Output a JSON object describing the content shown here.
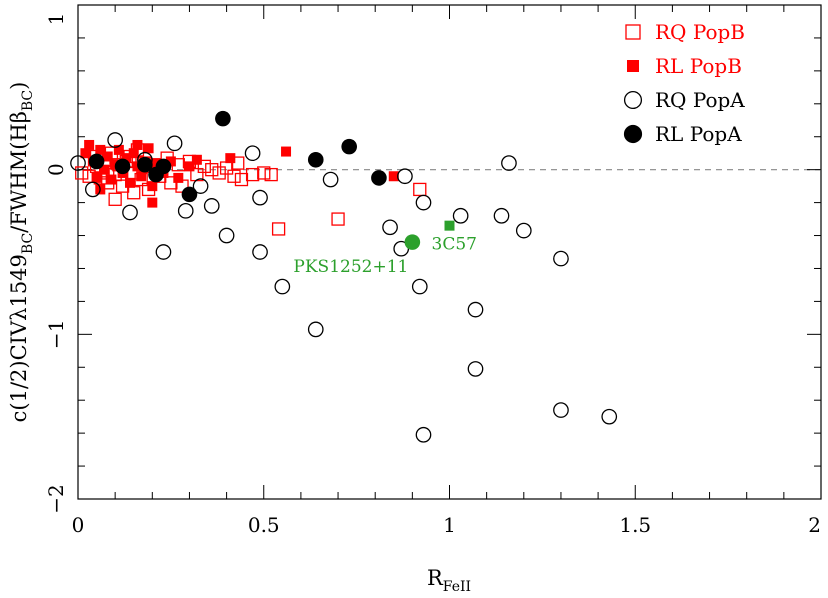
{
  "chart_data": {
    "type": "scatter",
    "xlabel_main": "R",
    "xlabel_sub": "FeII",
    "ylabel_parts": [
      "c(1/2)CIVλ1549",
      "BC",
      "/FWHM(Hβ",
      "BC",
      ")"
    ],
    "xlim": [
      0,
      2
    ],
    "ylim": [
      -2,
      1
    ],
    "x_ticks": [
      "0",
      "0.5",
      "1",
      "1.5",
      "2"
    ],
    "y_ticks": [
      "−2",
      "−1",
      "0",
      "1"
    ],
    "x_tick_values": [
      0,
      0.5,
      1,
      1.5,
      2
    ],
    "y_tick_values": [
      -2,
      -1,
      0,
      1
    ],
    "reference_line_y": 0,
    "grid": false,
    "legend_position": "top-right",
    "series": [
      {
        "name": "RQ PopB",
        "color": "#ff0000",
        "marker": "open-square",
        "points": [
          [
            0.01,
            -0.02
          ],
          [
            0.03,
            -0.04
          ],
          [
            0.05,
            0.02
          ],
          [
            0.06,
            -0.05
          ],
          [
            0.07,
            0.06
          ],
          [
            0.08,
            -0.08
          ],
          [
            0.09,
            0.1
          ],
          [
            0.1,
            -0.03
          ],
          [
            0.11,
            0.03
          ],
          [
            0.12,
            -0.1
          ],
          [
            0.13,
            0.05
          ],
          [
            0.14,
            0.08
          ],
          [
            0.15,
            -0.02
          ],
          [
            0.16,
            0.12
          ],
          [
            0.17,
            -0.06
          ],
          [
            0.18,
            0.04
          ],
          [
            0.19,
            -0.12
          ],
          [
            0.2,
            0.02
          ],
          [
            0.22,
            -0.04
          ],
          [
            0.24,
            0.07
          ],
          [
            0.25,
            -0.08
          ],
          [
            0.27,
            0.03
          ],
          [
            0.28,
            -0.1
          ],
          [
            0.3,
            0.05
          ],
          [
            0.32,
            -0.03
          ],
          [
            0.34,
            0.02
          ],
          [
            0.36,
            0.0
          ],
          [
            0.38,
            -0.02
          ],
          [
            0.4,
            0.01
          ],
          [
            0.42,
            -0.04
          ],
          [
            0.43,
            0.04
          ],
          [
            0.44,
            -0.06
          ],
          [
            0.47,
            -0.03
          ],
          [
            0.5,
            -0.02
          ],
          [
            0.52,
            -0.03
          ],
          [
            0.54,
            -0.36
          ],
          [
            0.7,
            -0.3
          ],
          [
            0.92,
            -0.12
          ],
          [
            0.1,
            -0.18
          ],
          [
            0.15,
            -0.14
          ],
          [
            0.05,
            0.08
          ],
          [
            0.08,
            -0.02
          ]
        ]
      },
      {
        "name": "RL PopB",
        "color": "#ff0000",
        "marker": "filled-square",
        "points": [
          [
            0.02,
            0.1
          ],
          [
            0.04,
            0.05
          ],
          [
            0.05,
            -0.05
          ],
          [
            0.06,
            0.12
          ],
          [
            0.07,
            0.0
          ],
          [
            0.08,
            0.08
          ],
          [
            0.09,
            -0.06
          ],
          [
            0.1,
            0.03
          ],
          [
            0.11,
            0.12
          ],
          [
            0.12,
            -0.02
          ],
          [
            0.13,
            0.07
          ],
          [
            0.14,
            -0.08
          ],
          [
            0.15,
            0.1
          ],
          [
            0.16,
            0.02
          ],
          [
            0.17,
            -0.04
          ],
          [
            0.18,
            0.05
          ],
          [
            0.19,
            0.13
          ],
          [
            0.2,
            -0.1
          ],
          [
            0.21,
            0.04
          ],
          [
            0.22,
            0.0
          ],
          [
            0.23,
            -0.02
          ],
          [
            0.25,
            0.05
          ],
          [
            0.27,
            -0.05
          ],
          [
            0.3,
            0.02
          ],
          [
            0.32,
            0.06
          ],
          [
            0.41,
            0.07
          ],
          [
            0.56,
            0.11
          ],
          [
            0.85,
            -0.04
          ],
          [
            0.2,
            -0.2
          ],
          [
            0.06,
            -0.12
          ],
          [
            0.03,
            0.15
          ],
          [
            0.16,
            0.15
          ]
        ]
      },
      {
        "name": "RQ PopA",
        "color": "#000000",
        "marker": "open-circle",
        "points": [
          [
            0.0,
            0.04
          ],
          [
            0.04,
            -0.12
          ],
          [
            0.1,
            0.18
          ],
          [
            0.14,
            -0.26
          ],
          [
            0.18,
            0.06
          ],
          [
            0.23,
            -0.5
          ],
          [
            0.26,
            0.16
          ],
          [
            0.29,
            -0.25
          ],
          [
            0.33,
            -0.1
          ],
          [
            0.36,
            -0.22
          ],
          [
            0.4,
            -0.4
          ],
          [
            0.47,
            0.1
          ],
          [
            0.49,
            -0.5
          ],
          [
            0.49,
            -0.17
          ],
          [
            0.55,
            -0.71
          ],
          [
            0.64,
            -0.97
          ],
          [
            0.68,
            -0.06
          ],
          [
            0.84,
            -0.35
          ],
          [
            0.87,
            -0.48
          ],
          [
            0.88,
            -0.04
          ],
          [
            0.92,
            -0.71
          ],
          [
            0.93,
            -1.61
          ],
          [
            0.93,
            -0.2
          ],
          [
            1.03,
            -0.28
          ],
          [
            1.07,
            -0.85
          ],
          [
            1.07,
            -1.21
          ],
          [
            1.14,
            -0.28
          ],
          [
            1.16,
            0.04
          ],
          [
            1.2,
            -0.37
          ],
          [
            1.3,
            -0.54
          ],
          [
            1.3,
            -1.46
          ],
          [
            1.43,
            -1.5
          ]
        ]
      },
      {
        "name": "RL PopA",
        "color": "#000000",
        "marker": "filled-circle",
        "points": [
          [
            0.05,
            0.05
          ],
          [
            0.12,
            0.02
          ],
          [
            0.18,
            0.03
          ],
          [
            0.21,
            -0.03
          ],
          [
            0.23,
            0.02
          ],
          [
            0.3,
            -0.15
          ],
          [
            0.39,
            0.31
          ],
          [
            0.64,
            0.06
          ],
          [
            0.73,
            0.14
          ],
          [
            0.81,
            -0.05
          ]
        ]
      }
    ],
    "highlighted": [
      {
        "label": "PKS1252+11",
        "x": 0.9,
        "y": -0.44,
        "marker": "filled-circle",
        "color": "#2ca02c"
      },
      {
        "label": "3C57",
        "x": 1.0,
        "y": -0.34,
        "marker": "filled-square",
        "color": "#2ca02c"
      }
    ]
  }
}
